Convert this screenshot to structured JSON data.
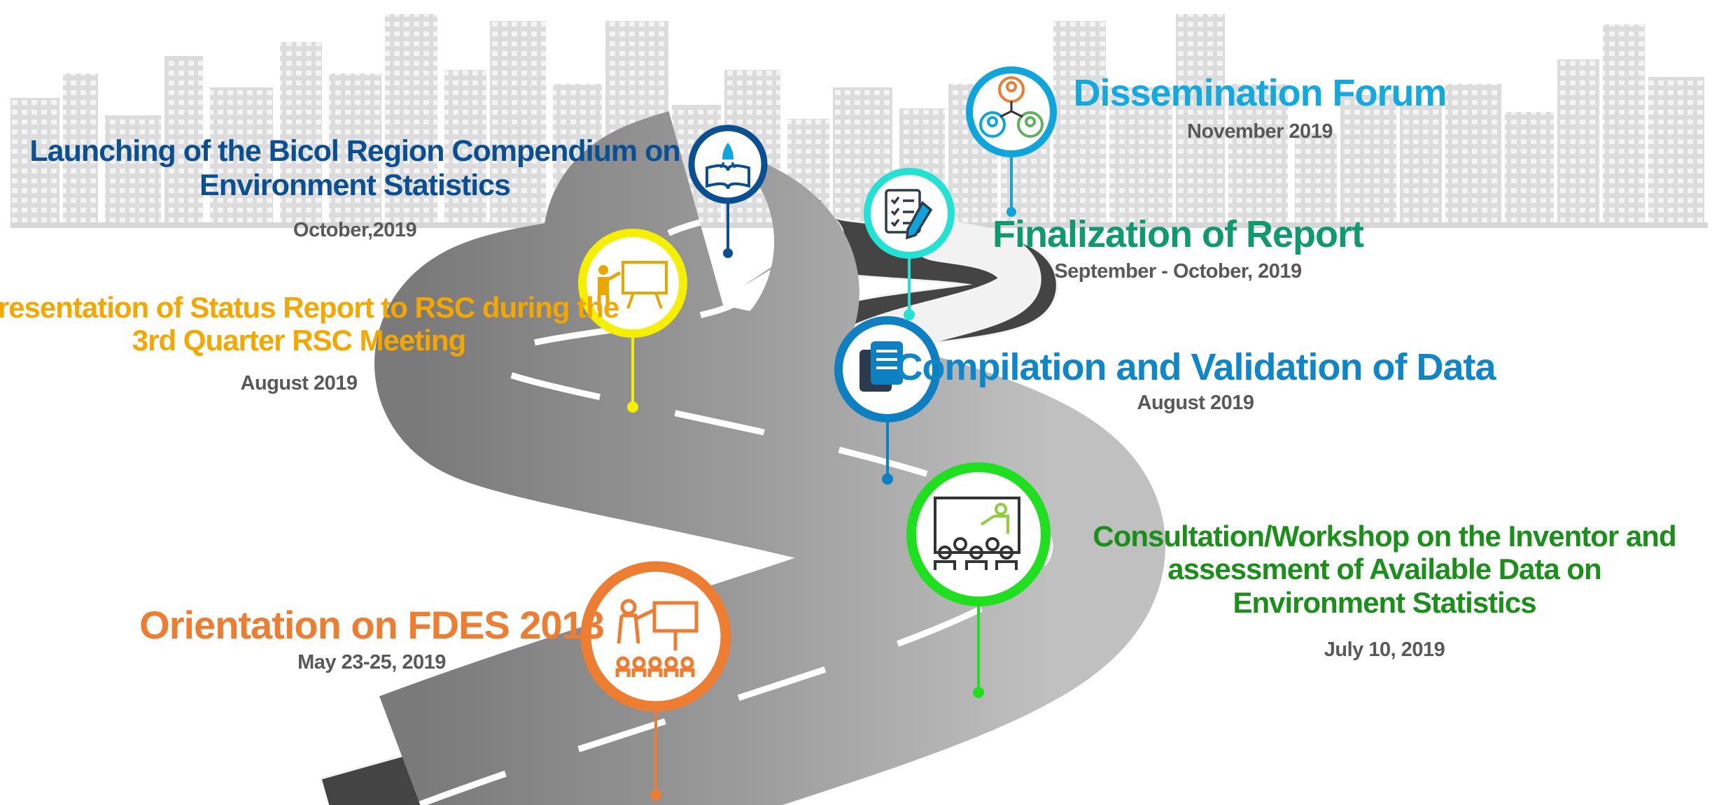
{
  "milestones": [
    {
      "id": "orientation",
      "title": "Orientation on FDES 2013",
      "date": "May 23-25, 2019",
      "color": "#ED7D31",
      "icon": "presentation-audience-icon"
    },
    {
      "id": "consultation",
      "title_lines": [
        "Consultation/Workshop on the Inventor and",
        "assessment of Available Data on",
        "Environment Statistics"
      ],
      "date": "July 10, 2019",
      "color": "#1FE01F",
      "text_color": "#1A8F1A",
      "icon": "classroom-board-icon"
    },
    {
      "id": "compilation",
      "title": "Compilation and Validation of Data",
      "date": "August 2019",
      "color": "#0E7FC0",
      "text_color": "#0E86C8",
      "icon": "documents-stack-icon"
    },
    {
      "id": "presentation",
      "title_lines": [
        "Presentation of Status Report to RSC during the",
        "3rd Quarter RSC Meeting"
      ],
      "date": "August 2019",
      "color": "#F5F000",
      "text_color": "#F4A700",
      "icon": "presenter-board-icon"
    },
    {
      "id": "finalization",
      "title": "Finalization of Report",
      "date": "September - October, 2019",
      "color": "#22E3D3",
      "text_color": "#0E9A6E",
      "icon": "checklist-pen-icon"
    },
    {
      "id": "launching",
      "title_lines": [
        "Launching of the Bicol Region Compendium on",
        "Environment Statistics"
      ],
      "date": "October,2019",
      "color": "#0B4F93",
      "text_color": "#0B4F93",
      "icon": "rocket-book-icon"
    },
    {
      "id": "dissemination",
      "title": "Dissemination Forum",
      "date": "November 2019",
      "color": "#0EA5DC",
      "text_color": "#12A8E0",
      "icon": "people-network-icon"
    }
  ]
}
